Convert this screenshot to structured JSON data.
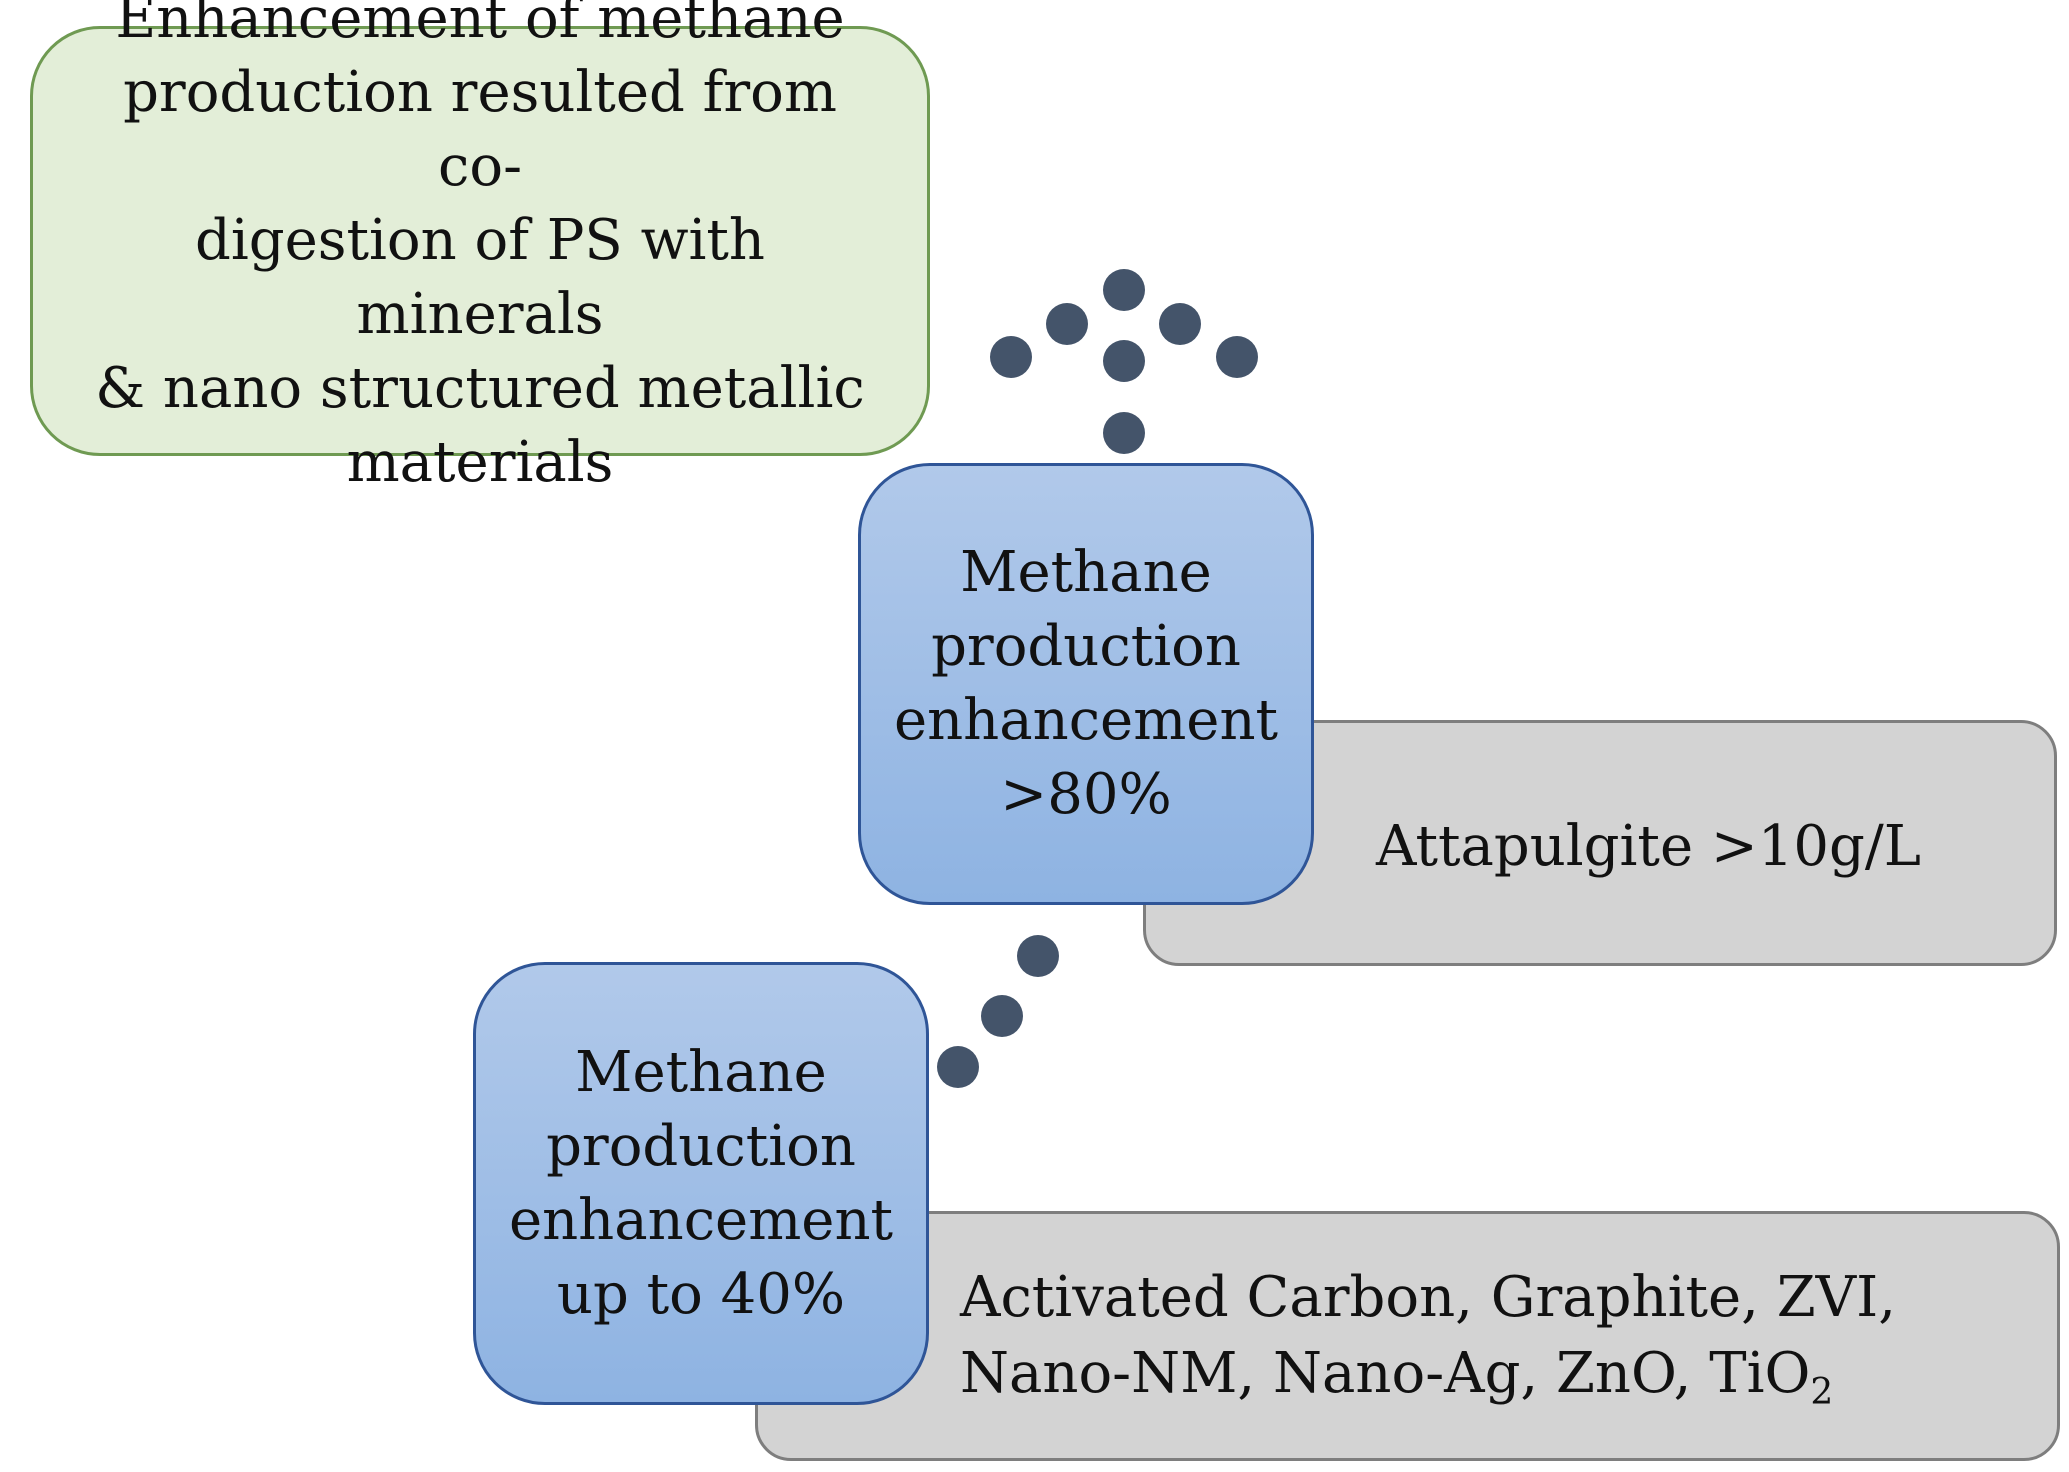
{
  "header_box": {
    "text": "Enhancement of methane\nproduction resulted from co-\ndigestion of PS with minerals\n& nano structured metallic\nmaterials"
  },
  "level_high": {
    "label": "Methane\nproduction\nenhancement\n>80%",
    "materials": "Attapulgite >10g/L"
  },
  "level_low": {
    "label": "Methane\nproduction\nenhancement\nup to 40%",
    "materials_line1": "Activated Carbon, Graphite, ZVI,",
    "materials_line2": "Nano-NM, Nano-Ag, ZnO, TiO",
    "materials_subscript": "2"
  },
  "colors": {
    "header_fill": "#e3eed8",
    "header_border": "#6f9a52",
    "level_fill": "#9dbde6",
    "level_border": "#2f5597",
    "materials_fill": "#d3d3d3",
    "materials_border": "#7e7e7e",
    "dot": "#44546a"
  },
  "icons": {
    "upward_arrow": "dotted-up-arrow-icon",
    "diagonal_connector": "dotted-diagonal-connector"
  }
}
